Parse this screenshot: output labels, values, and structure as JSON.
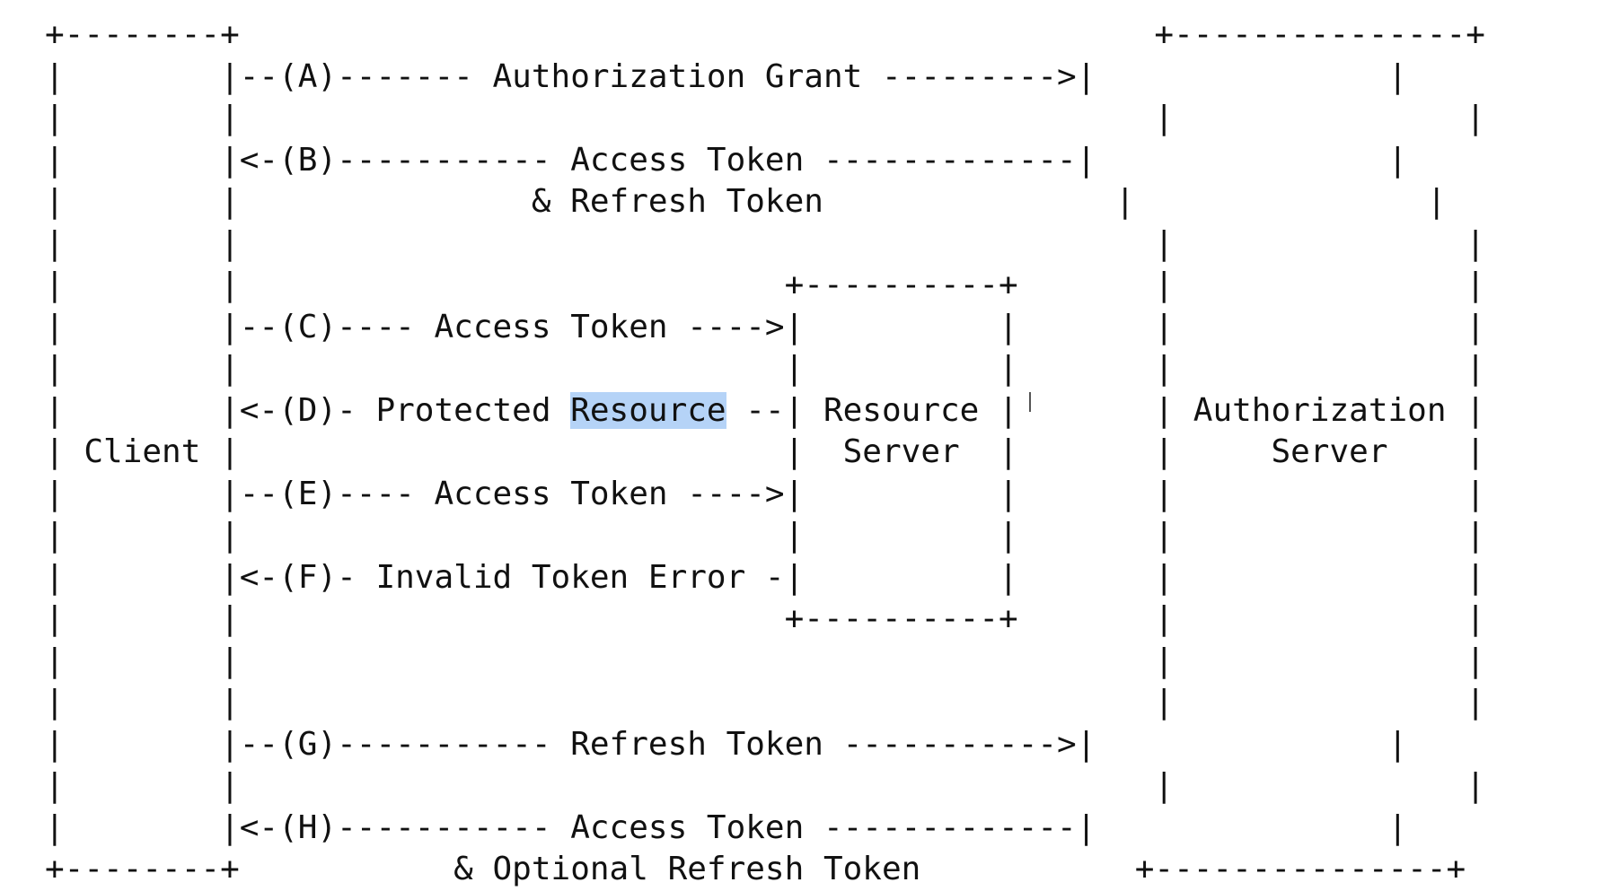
{
  "diagram": {
    "lines": [
      "+--------+                                               +---------------+",
      "|        |--(A)------- Authorization Grant --------->|               |",
      "|        |                                               |               |",
      "|        |<-(B)----------- Access Token -------------|               |",
      "|        |               & Refresh Token               |               |",
      "|        |                                               |               |",
      "|        |                            +----------+       |               |",
      "|        |--(C)---- Access Token ---->|          |       |               |",
      "|        |                            |          |       |               |",
      "|        |<-(D)- Protected Resource --| Resource |       | Authorization |",
      "| Client |                            |  Server  |       |     Server    |",
      "|        |--(E)---- Access Token ---->|          |       |               |",
      "|        |                            |          |       |               |",
      "|        |<-(F)- Invalid Token Error -|          |       |               |",
      "|        |                            +----------+       |               |",
      "|        |                                               |               |",
      "|        |                                               |               |",
      "|        |--(G)----------- Refresh Token ----------->|               |",
      "|        |                                               |               |",
      "|        |<-(H)----------- Access Token -------------|               |",
      "+--------+           & Optional Refresh Token           +---------------+"
    ],
    "highlight": {
      "line_index": 9,
      "text": "Resource"
    }
  }
}
